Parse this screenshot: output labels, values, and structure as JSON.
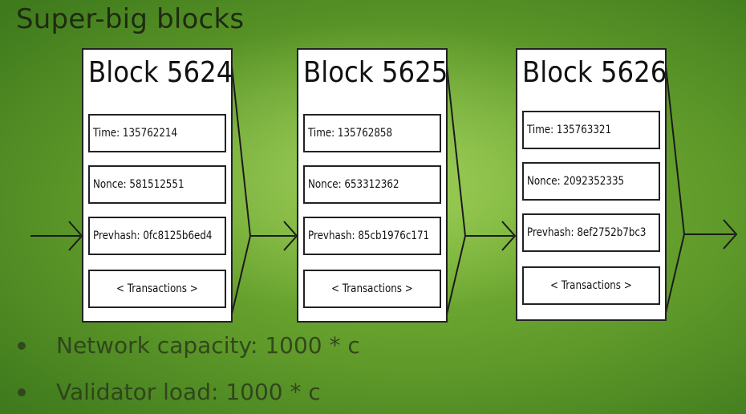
{
  "title": "Super-big blocks",
  "blocks": [
    {
      "title": "Block 5624",
      "time": "Time: 135762214",
      "nonce": "Nonce: 581512551",
      "prevhash": "Prevhash: 0fc8125b6ed4",
      "transactions": "< Transactions >"
    },
    {
      "title": "Block 5625",
      "time": "Time: 135762858",
      "nonce": "Nonce: 653312362",
      "prevhash": "Prevhash: 85cb1976c171",
      "transactions": "< Transactions >"
    },
    {
      "title": "Block 5626",
      "time": "Time: 135763321",
      "nonce": "Nonce: 2092352335",
      "prevhash": "Prevhash: 8ef2752b7bc3",
      "transactions": "< Transactions >"
    }
  ],
  "bullets": [
    "Network capacity: 1000 * c",
    "Validator load: 1000 * c"
  ]
}
